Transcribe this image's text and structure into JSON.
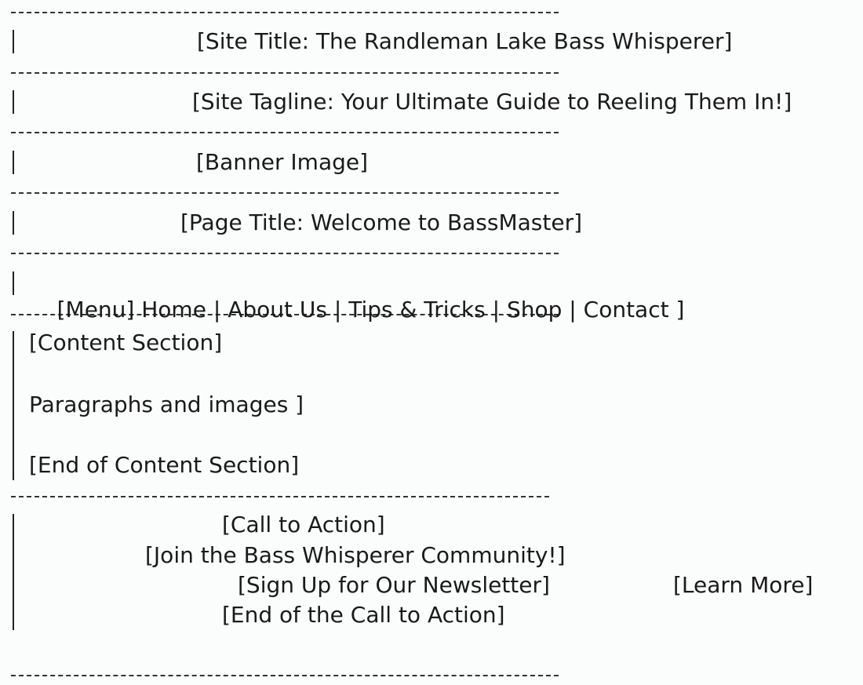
{
  "header": {
    "site_title": "[Site Title: The Randleman Lake Bass Whisperer]",
    "site_tagline": "[Site Tagline: Your Ultimate Guide to Reeling Them In!]",
    "banner": "[Banner Image]",
    "page_title": "[Page Title: Welcome to BassMaster]"
  },
  "menu": {
    "label": "[Menu]",
    "items": [
      "Home",
      "About Us",
      "Tips & Tricks",
      "Shop",
      "Contact"
    ],
    "separator": "|",
    "close": "]"
  },
  "content": {
    "start": "[Content Section]",
    "body": "Paragraphs and images ]",
    "end": "[End of Content Section]"
  },
  "cta": {
    "start": "[Call to Action]",
    "join": "[Join the Bass Whisperer Community!]",
    "newsletter": "[Sign Up for Our Newsletter]",
    "learn_more": "[Learn More]",
    "end": "[End of the Call to Action]"
  }
}
